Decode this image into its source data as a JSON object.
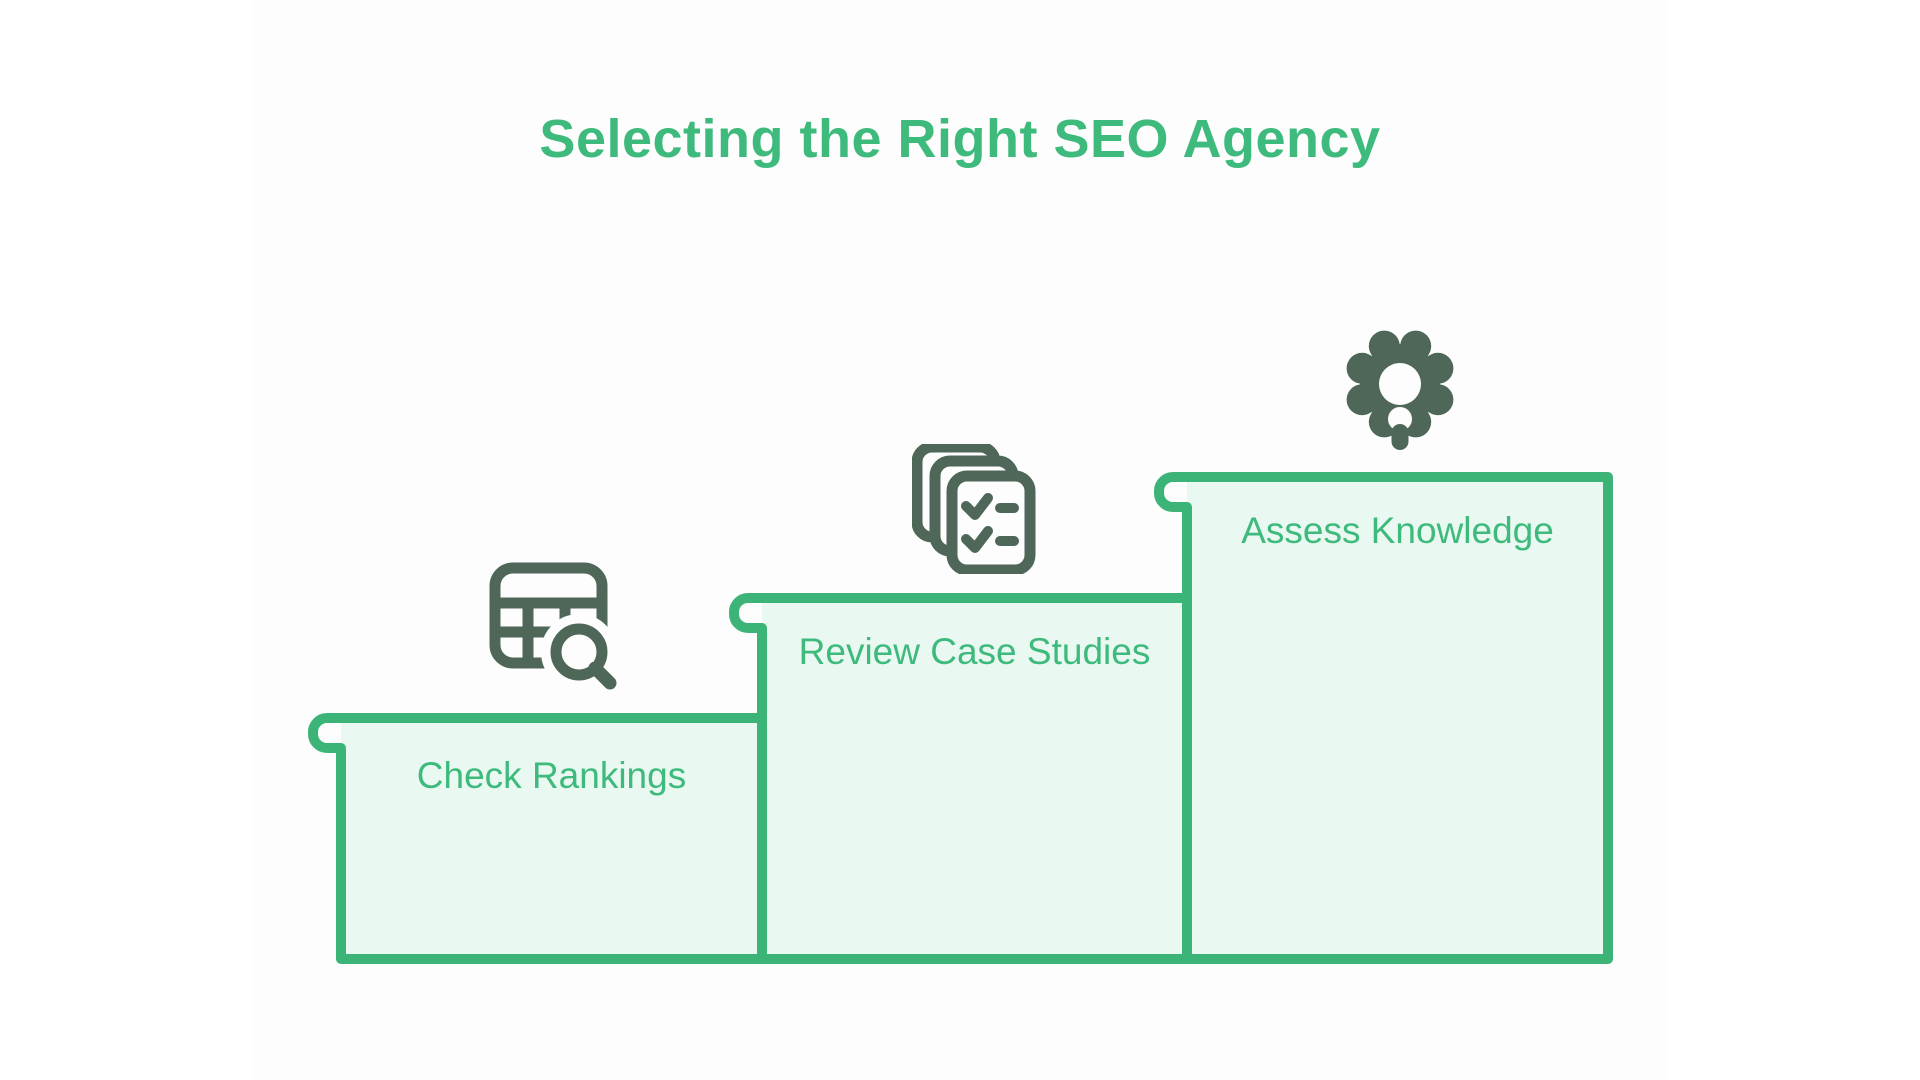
{
  "title": "Selecting the Right SEO Agency",
  "steps": [
    {
      "label": "Check Rankings",
      "icon": "table-search-icon"
    },
    {
      "label": "Review Case Studies",
      "icon": "documents-checklist-icon"
    },
    {
      "label": "Assess Knowledge",
      "icon": "gear-icon"
    }
  ],
  "colors": {
    "page_bg": "#ffffff",
    "canvas_bg": "#fdfdfd",
    "title_green": "#3dba7c",
    "step_border_green": "#3cb478",
    "step_fill_mint": "#e9f8f1",
    "icon_dark_green": "#4e6759"
  }
}
